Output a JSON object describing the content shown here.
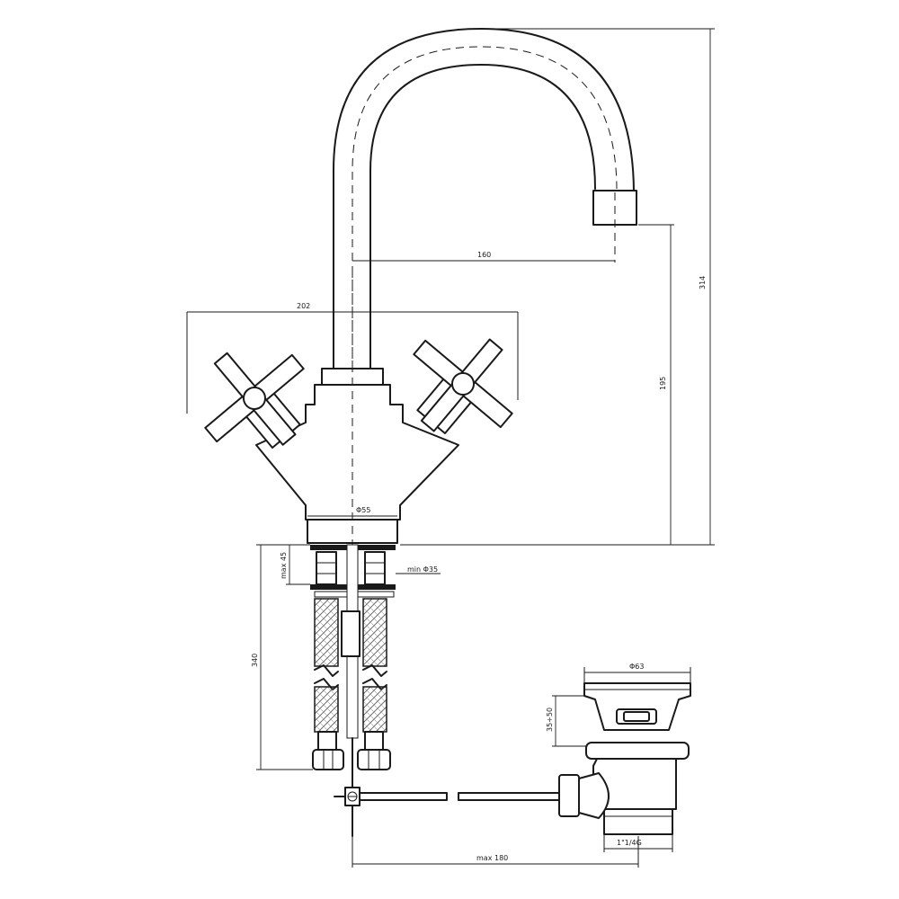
{
  "dimensions": {
    "total_height": "314",
    "spout_height": "195",
    "spout_reach": "160",
    "handle_span": "202",
    "base_diameter": "Φ55",
    "deck_thickness": "max 45",
    "hole_diameter": "min Φ35",
    "hose_length": "340",
    "waste_head_diameter": "Φ63",
    "waste_head_height": "35÷50",
    "waste_thread": "1\"1/4G",
    "rod_length": "max 180"
  },
  "colors": {
    "line": "#1a1a1a",
    "background": "#ffffff"
  }
}
